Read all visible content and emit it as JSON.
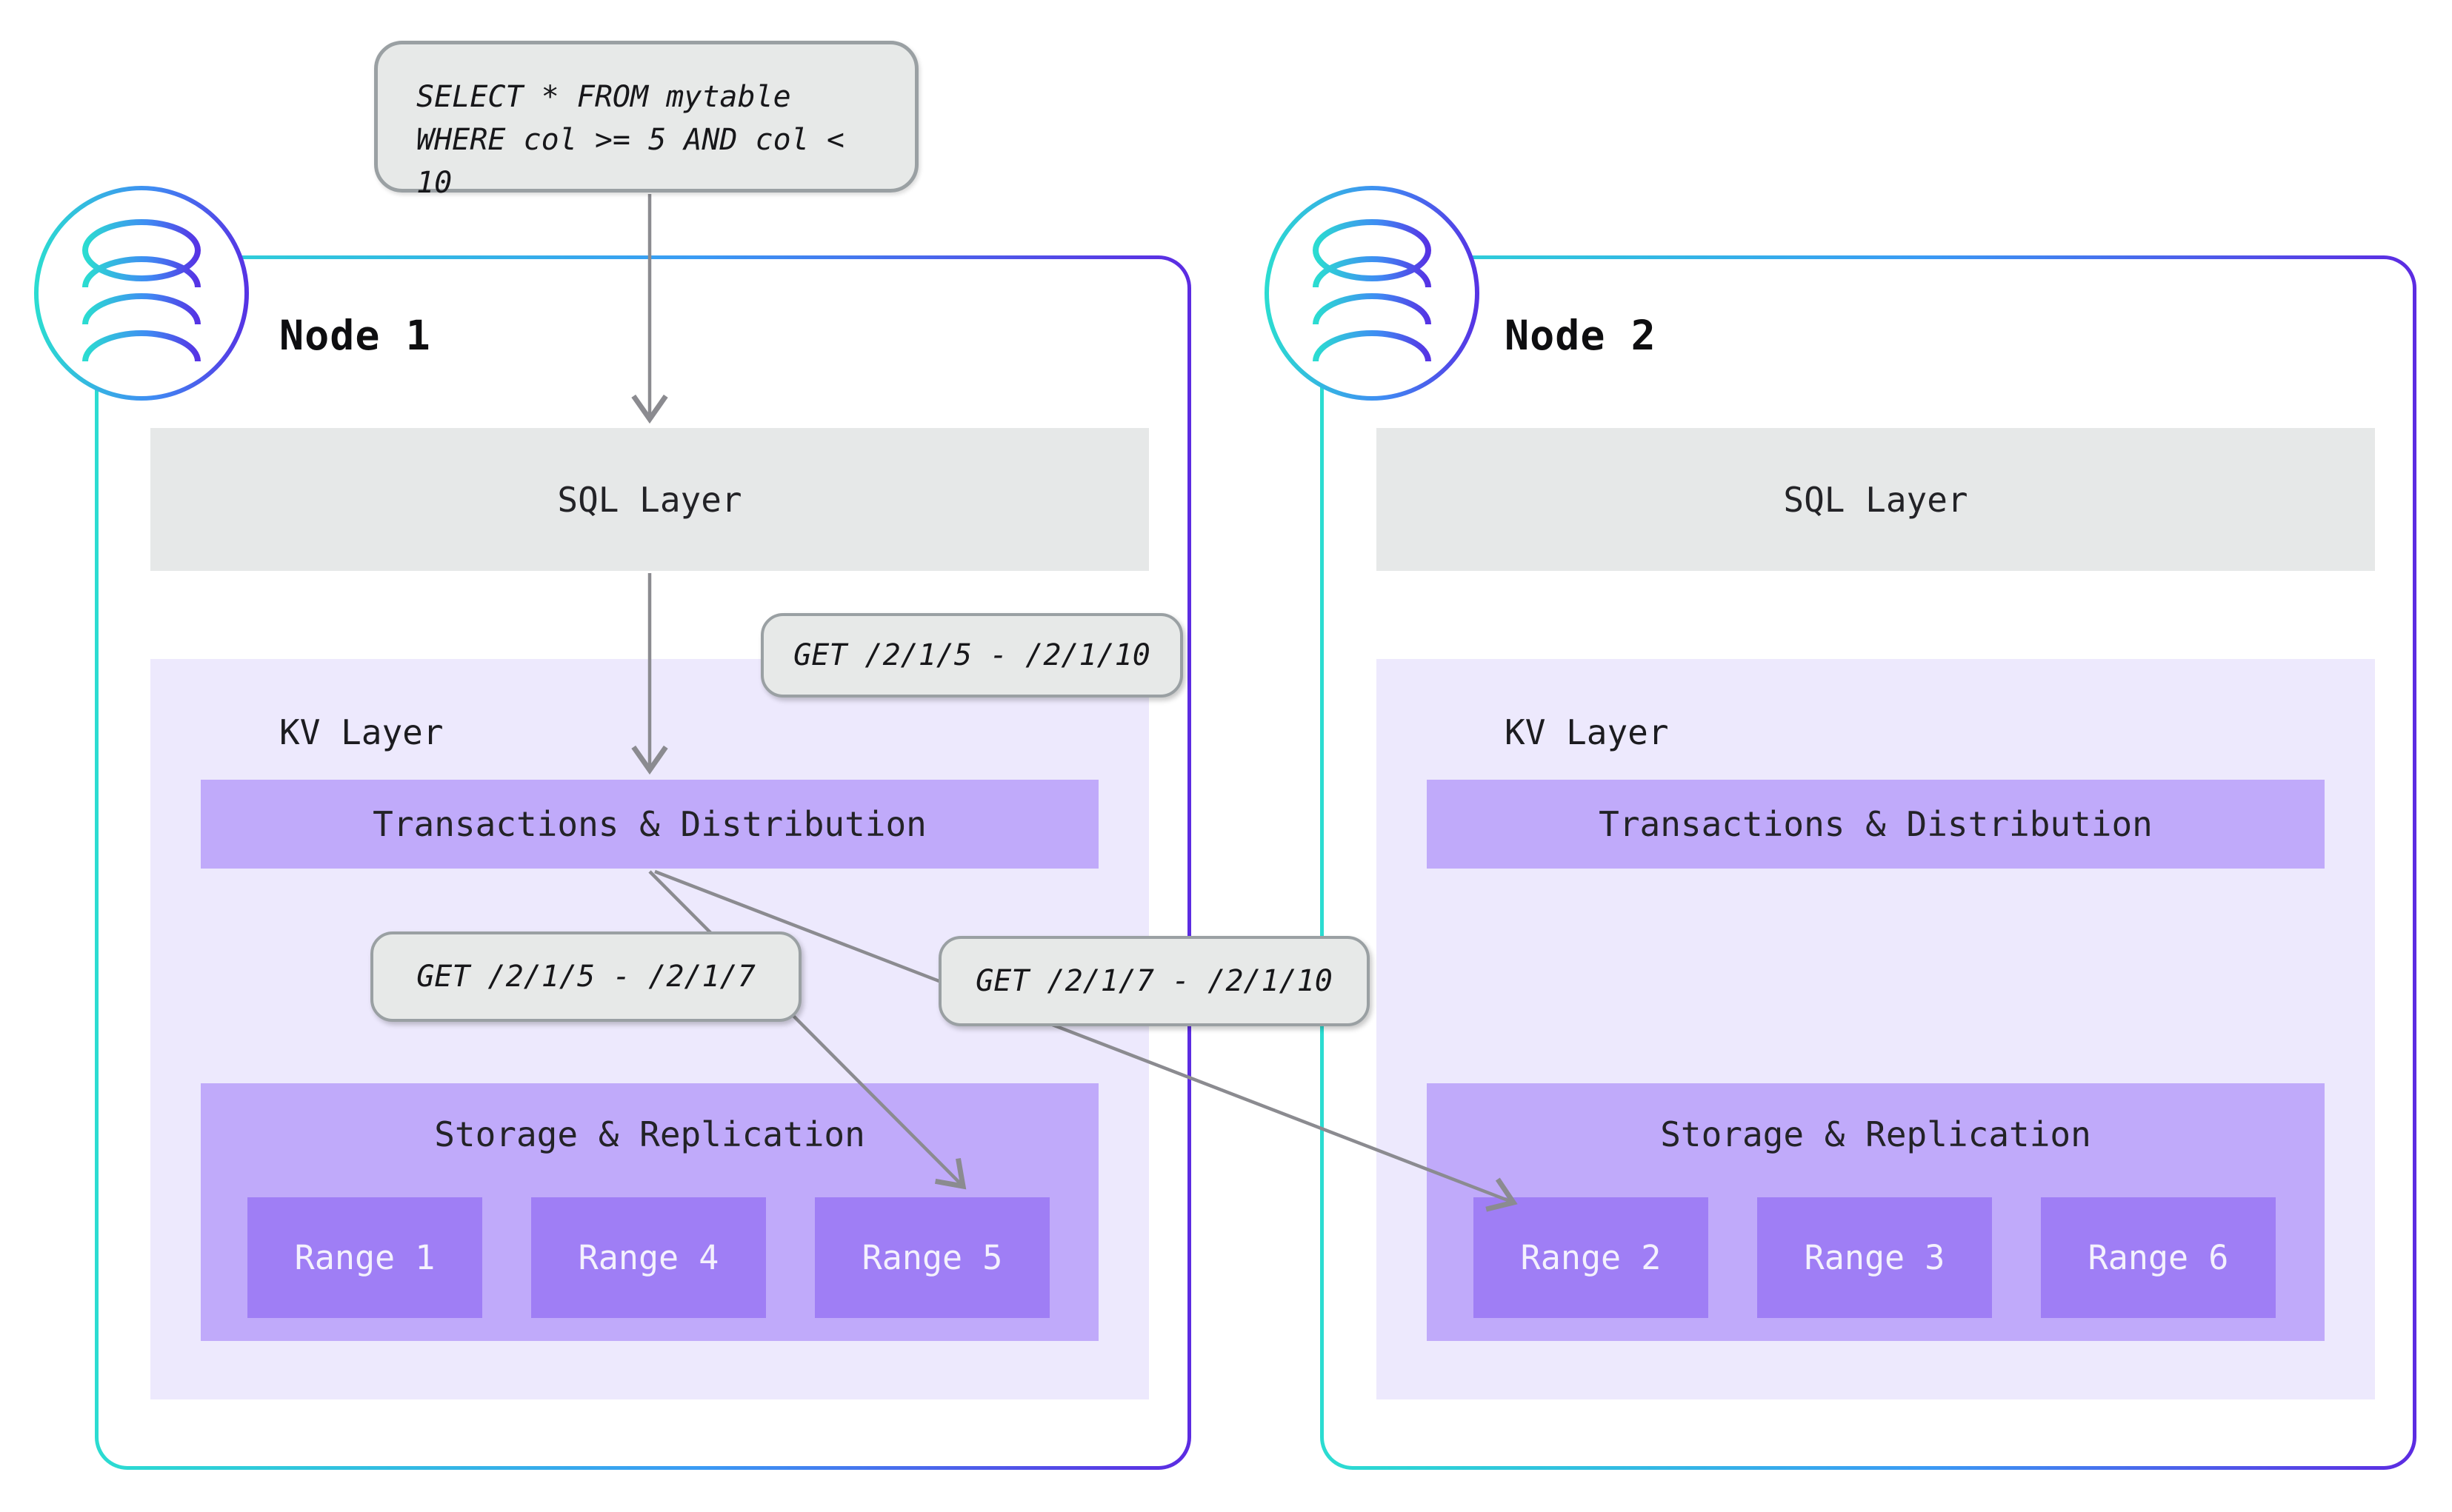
{
  "query_box": {
    "line1": "SELECT * FROM mytable",
    "line2": "WHERE col >= 5 AND col < 10"
  },
  "requests": {
    "full": "GET /2/1/5 - /2/1/10",
    "left_split": "GET /2/1/5 - /2/1/7",
    "right_split": "GET /2/1/7 - /2/1/10"
  },
  "nodes": [
    {
      "title": "Node 1",
      "sql_layer": "SQL Layer",
      "kv_layer": "KV Layer",
      "transactions": "Transactions & Distribution",
      "storage": "Storage & Replication",
      "ranges": [
        "Range 1",
        "Range 4",
        "Range 5"
      ]
    },
    {
      "title": "Node 2",
      "sql_layer": "SQL Layer",
      "kv_layer": "KV Layer",
      "transactions": "Transactions & Distribution",
      "storage": "Storage & Replication",
      "ranges": [
        "Range 2",
        "Range 3",
        "Range 6"
      ]
    }
  ],
  "icons": {
    "node_badge": "database-cylinder-icon"
  },
  "colors": {
    "gradient_start": "#2bdcd1",
    "gradient_mid": "#3a9bf4",
    "gradient_end": "#5c2be2",
    "layer_gray": "#e6e8e8",
    "kv_background": "#ede9fd",
    "purple_bar": "#c0aafa",
    "range_box": "#9f7ef5",
    "range_text": "#f4f1fd",
    "arrow_gray": "#8b8b90"
  }
}
